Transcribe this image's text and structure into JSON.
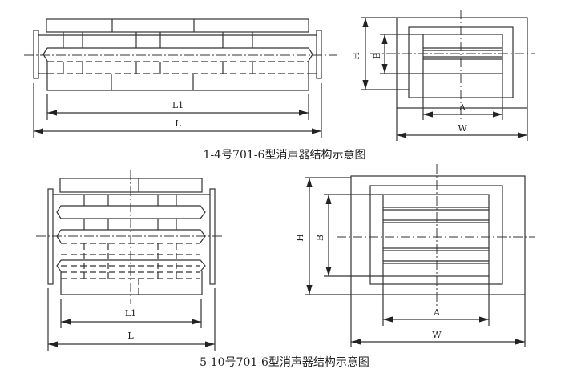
{
  "figures": [
    {
      "caption": "1-4号701-6型消声器结构示意图",
      "side_labels": {
        "l1": "L1",
        "l": "L"
      },
      "end_labels": {
        "h": "H",
        "b": "B",
        "a": "A",
        "w": "W"
      }
    },
    {
      "caption": "5-10号701-6型消声器结构示意图",
      "side_labels": {
        "l1": "L1",
        "l": "L"
      },
      "end_labels": {
        "h": "H",
        "b": "B",
        "a": "A",
        "w": "W"
      }
    }
  ]
}
